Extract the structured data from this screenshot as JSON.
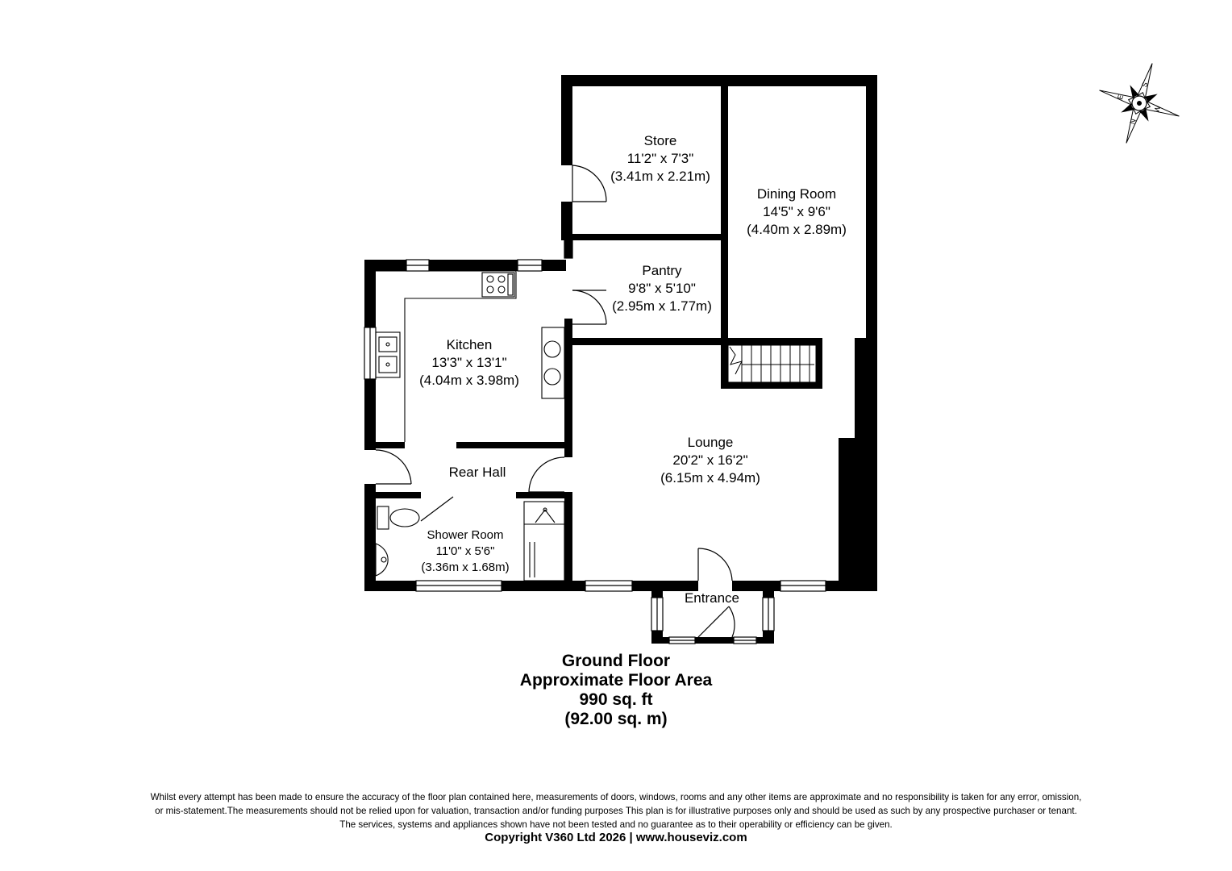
{
  "rooms": {
    "store": {
      "name": "Store",
      "imperial": "11'2\" x 7'3\"",
      "metric": "(3.41m x 2.21m)"
    },
    "dining": {
      "name": "Dining Room",
      "imperial": "14'5\" x 9'6\"",
      "metric": "(4.40m x 2.89m)"
    },
    "pantry": {
      "name": "Pantry",
      "imperial": "9'8\" x 5'10\"",
      "metric": "(2.95m x 1.77m)"
    },
    "kitchen": {
      "name": "Kitchen",
      "imperial": "13'3\" x 13'1\"",
      "metric": "(4.04m x 3.98m)"
    },
    "rear_hall": {
      "name": "Rear Hall"
    },
    "lounge": {
      "name": "Lounge",
      "imperial": "20'2\" x 16'2\"",
      "metric": "(6.15m x 4.94m)"
    },
    "shower": {
      "name": "Shower Room",
      "imperial": "11'0\" x 5'6\"",
      "metric": "(3.36m x 1.68m)"
    },
    "entrance": {
      "name": "Entrance"
    }
  },
  "compass": {
    "letters": [
      "E",
      "N",
      "W",
      "S"
    ],
    "icon": "compass-rose-icon"
  },
  "summary": {
    "floor": "Ground Floor",
    "area_label": "Approximate Floor Area",
    "area_sqft": "990 sq. ft",
    "area_sqm": "(92.00 sq. m)"
  },
  "disclaimer": {
    "line1": "Whilst every attempt has been made to ensure the accuracy of the floor plan contained here, measurements of doors, windows, rooms and any other items are approximate and no responsibility is taken for any error, omission,",
    "line2": "or mis-statement.The measurements should not be relied upon for valuation, transaction and/or funding purposes This plan is for illustrative purposes only and should be used as such by any prospective purchaser or tenant.",
    "line3": "The services, systems and appliances shown have not been tested and no guarantee as to their operability or efficiency can be given."
  },
  "copyright": "Copyright V360 Ltd 2026 | www.houseviz.com",
  "colors": {
    "wall": "#000000",
    "background": "#ffffff",
    "line": "#000000"
  }
}
